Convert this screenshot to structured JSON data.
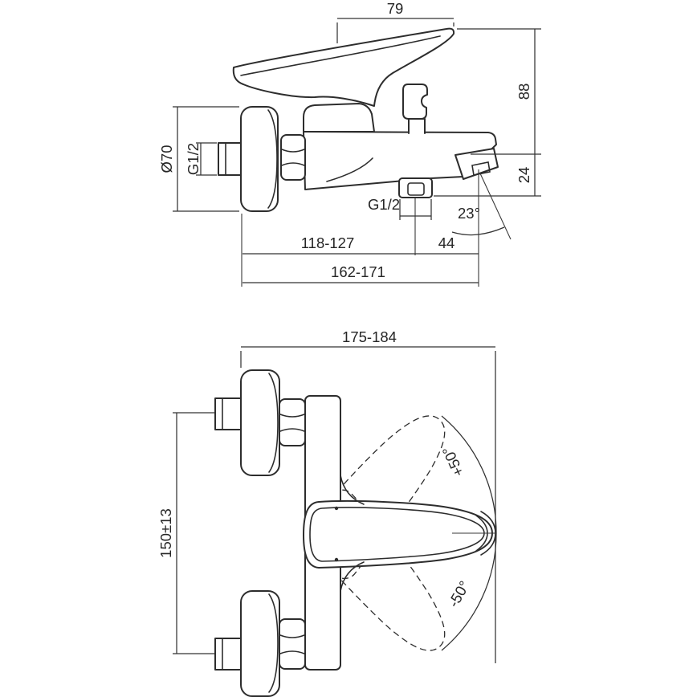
{
  "colors": {
    "line": "#2d2d2d",
    "background": "#ffffff"
  },
  "side_view": {
    "handle_projection": "79",
    "height_above_spout": "88",
    "spout_end_height": "24",
    "escutcheon_diameter": "Ø70",
    "inlet_thread": "G1/2",
    "shower_outlet_thread": "G1/2",
    "spout_angle": "23°",
    "wall_to_shower_outlet": "118-127",
    "shower_outlet_to_spout_tip": "44",
    "wall_to_spout_tip": "162-171"
  },
  "plan_view": {
    "wall_to_handle_tip": "175-184",
    "inlet_centres_spacing": "150±13",
    "handle_swing_up": "+50°",
    "handle_swing_down": "-50°"
  }
}
